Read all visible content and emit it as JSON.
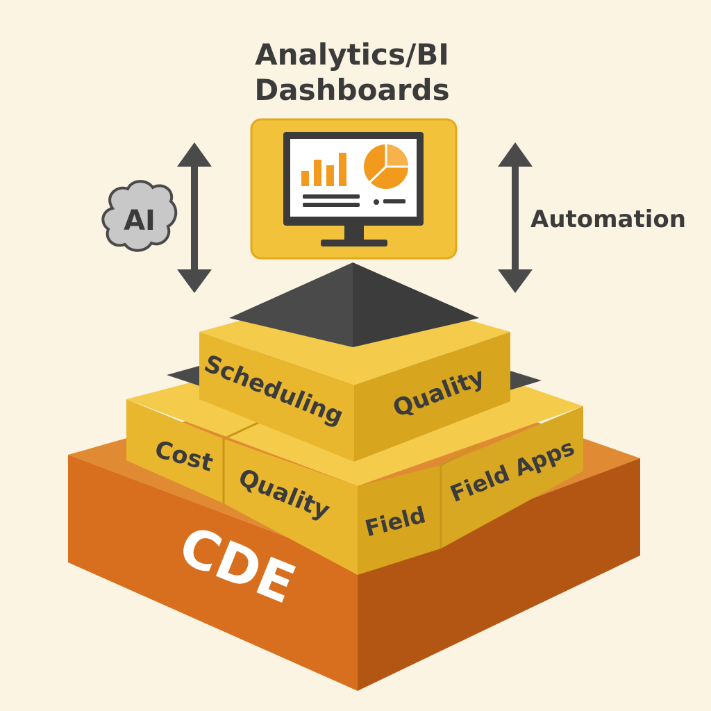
{
  "title": {
    "line1": "Analytics/BI",
    "line2": "Dashboards"
  },
  "side_labels": {
    "left": "AI",
    "right": "Automation"
  },
  "upper_tier": {
    "left_face": "Scheduling",
    "right_face": "Quality"
  },
  "lower_tier": {
    "left_block": "Cost",
    "front_left_block": "Quality",
    "front_right_block": "Field",
    "right_block": "Field Apps"
  },
  "base": {
    "label": "CDE"
  },
  "icons": {
    "monitor": "monitor-dashboard-icon",
    "brain": "brain-icon",
    "left_arrow": "double-arrow-vertical-icon",
    "right_arrow": "double-arrow-vertical-icon",
    "bar_chart": "bar-chart-icon",
    "pie_chart": "pie-chart-icon"
  },
  "colors": {
    "background": "#FBF4E2",
    "yellow": "#F2C23A",
    "yellow_dark": "#D7A51E",
    "orange": "#D86F1E",
    "orange_dark": "#A94F12",
    "dark_gray": "#4A4A4A",
    "accent_orange": "#F19A1E"
  }
}
